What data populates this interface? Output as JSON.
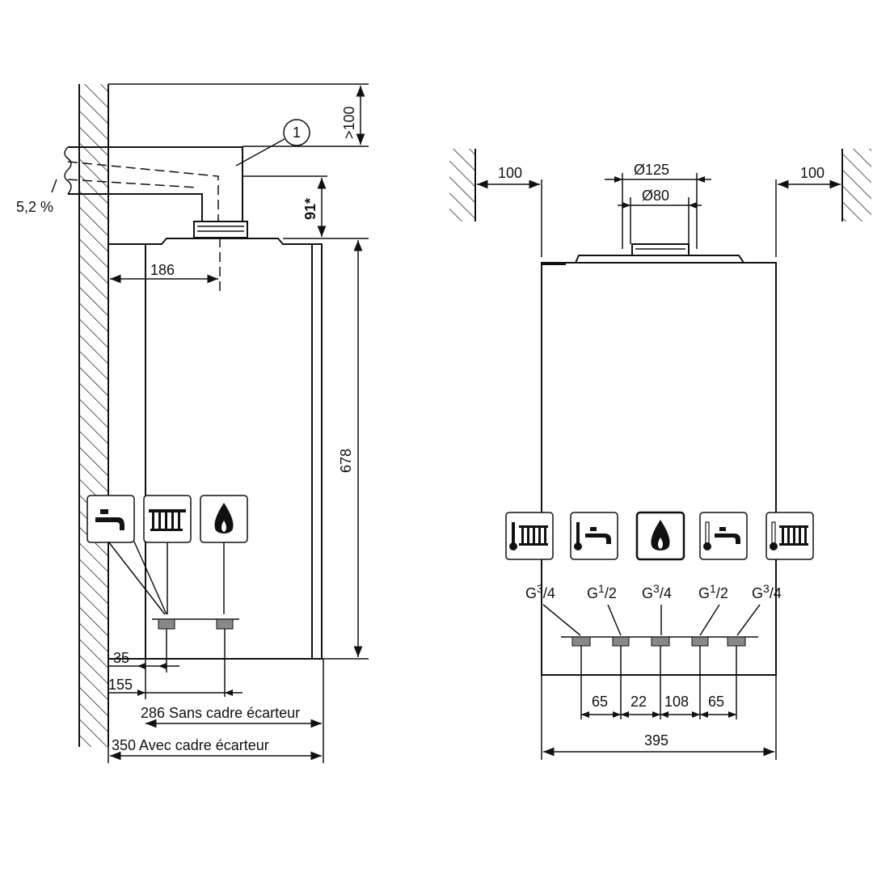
{
  "colors": {
    "ink": "#111111",
    "paper": "#ffffff",
    "fitting": "#888888"
  },
  "side_view": {
    "dims": {
      "top_clearance": ">100",
      "flue_height": "91*",
      "flue_offset": "186",
      "height": "678",
      "pipe_offset_small": "35",
      "pipe_offset_large": "155",
      "depth_without_frame": "286 Sans cadre écarteur",
      "depth_with_frame": "350 Avec cadre écarteur",
      "slope": "5,2 %"
    },
    "callout": "1",
    "icons": [
      "hot-water-tap-icon",
      "radiator-icon",
      "gas-flame-icon"
    ]
  },
  "front_view": {
    "dims": {
      "left_clearance": "100",
      "right_clearance": "100",
      "outer_diameter": "Ø125",
      "inner_diameter": "Ø80",
      "spacing_1": "65",
      "spacing_2": "22",
      "spacing_3": "108",
      "spacing_4": "65",
      "width": "395"
    },
    "connections": [
      {
        "icon": "heating-flow-icon",
        "thread_main": "G",
        "thread_num": "3",
        "thread_den": "/4"
      },
      {
        "icon": "hot-water-outlet-icon",
        "thread_main": "G",
        "thread_num": "1",
        "thread_den": "/2"
      },
      {
        "icon": "gas-flame-icon",
        "thread_main": "G",
        "thread_num": "3",
        "thread_den": "/4"
      },
      {
        "icon": "cold-water-inlet-icon",
        "thread_main": "G",
        "thread_num": "1",
        "thread_den": "/2"
      },
      {
        "icon": "heating-return-icon",
        "thread_main": "G",
        "thread_num": "3",
        "thread_den": "/4"
      }
    ]
  }
}
